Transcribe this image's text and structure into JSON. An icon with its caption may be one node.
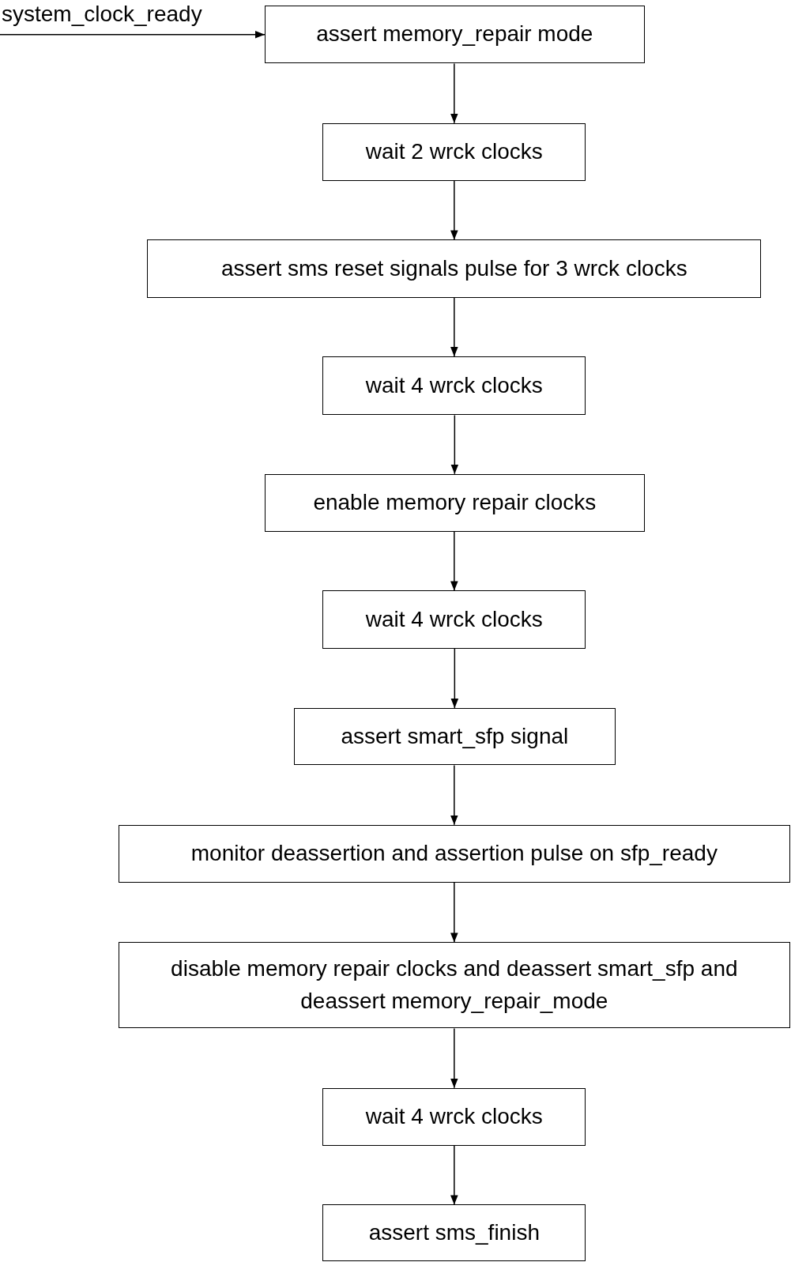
{
  "diagram": {
    "nodes": [
      {
        "text": [
          "assert memory_repair mode"
        ]
      },
      {
        "text": [
          "wait 2 wrck clocks"
        ]
      },
      {
        "text": [
          "assert sms reset signals pulse for 3 wrck clocks"
        ]
      },
      {
        "text": [
          "wait 4 wrck clocks"
        ]
      },
      {
        "text": [
          "enable memory repair clocks"
        ]
      },
      {
        "text": [
          "wait 4 wrck clocks"
        ]
      },
      {
        "text": [
          "assert smart_sfp signal"
        ]
      },
      {
        "text": [
          "monitor deassertion and assertion pulse on sfp_ready"
        ]
      },
      {
        "text": [
          "disable memory repair clocks and deassert smart_sfp and deassert memory_repair_mode"
        ]
      },
      {
        "text": [
          "wait 4 wrck clocks"
        ]
      },
      {
        "text": [
          "assert sms_finish"
        ]
      }
    ],
    "edges": [
      {
        "from": null,
        "to": 0,
        "arrow": "to",
        "label": "system_clock_ready"
      },
      {
        "from": 0,
        "to": 1,
        "arrow": "to"
      },
      {
        "from": 1,
        "to": 2,
        "arrow": "to"
      },
      {
        "from": 2,
        "to": 3,
        "arrow": "to"
      },
      {
        "from": 3,
        "to": 4,
        "arrow": "to"
      },
      {
        "from": 4,
        "to": 5,
        "arrow": "to"
      },
      {
        "from": 5,
        "to": 6,
        "arrow": "to"
      },
      {
        "from": 6,
        "to": 7,
        "arrow": "to"
      },
      {
        "from": 7,
        "to": 8,
        "arrow": "to"
      },
      {
        "from": 8,
        "to": 9,
        "arrow": "to"
      },
      {
        "from": 9,
        "to": 10,
        "arrow": "to"
      }
    ]
  }
}
